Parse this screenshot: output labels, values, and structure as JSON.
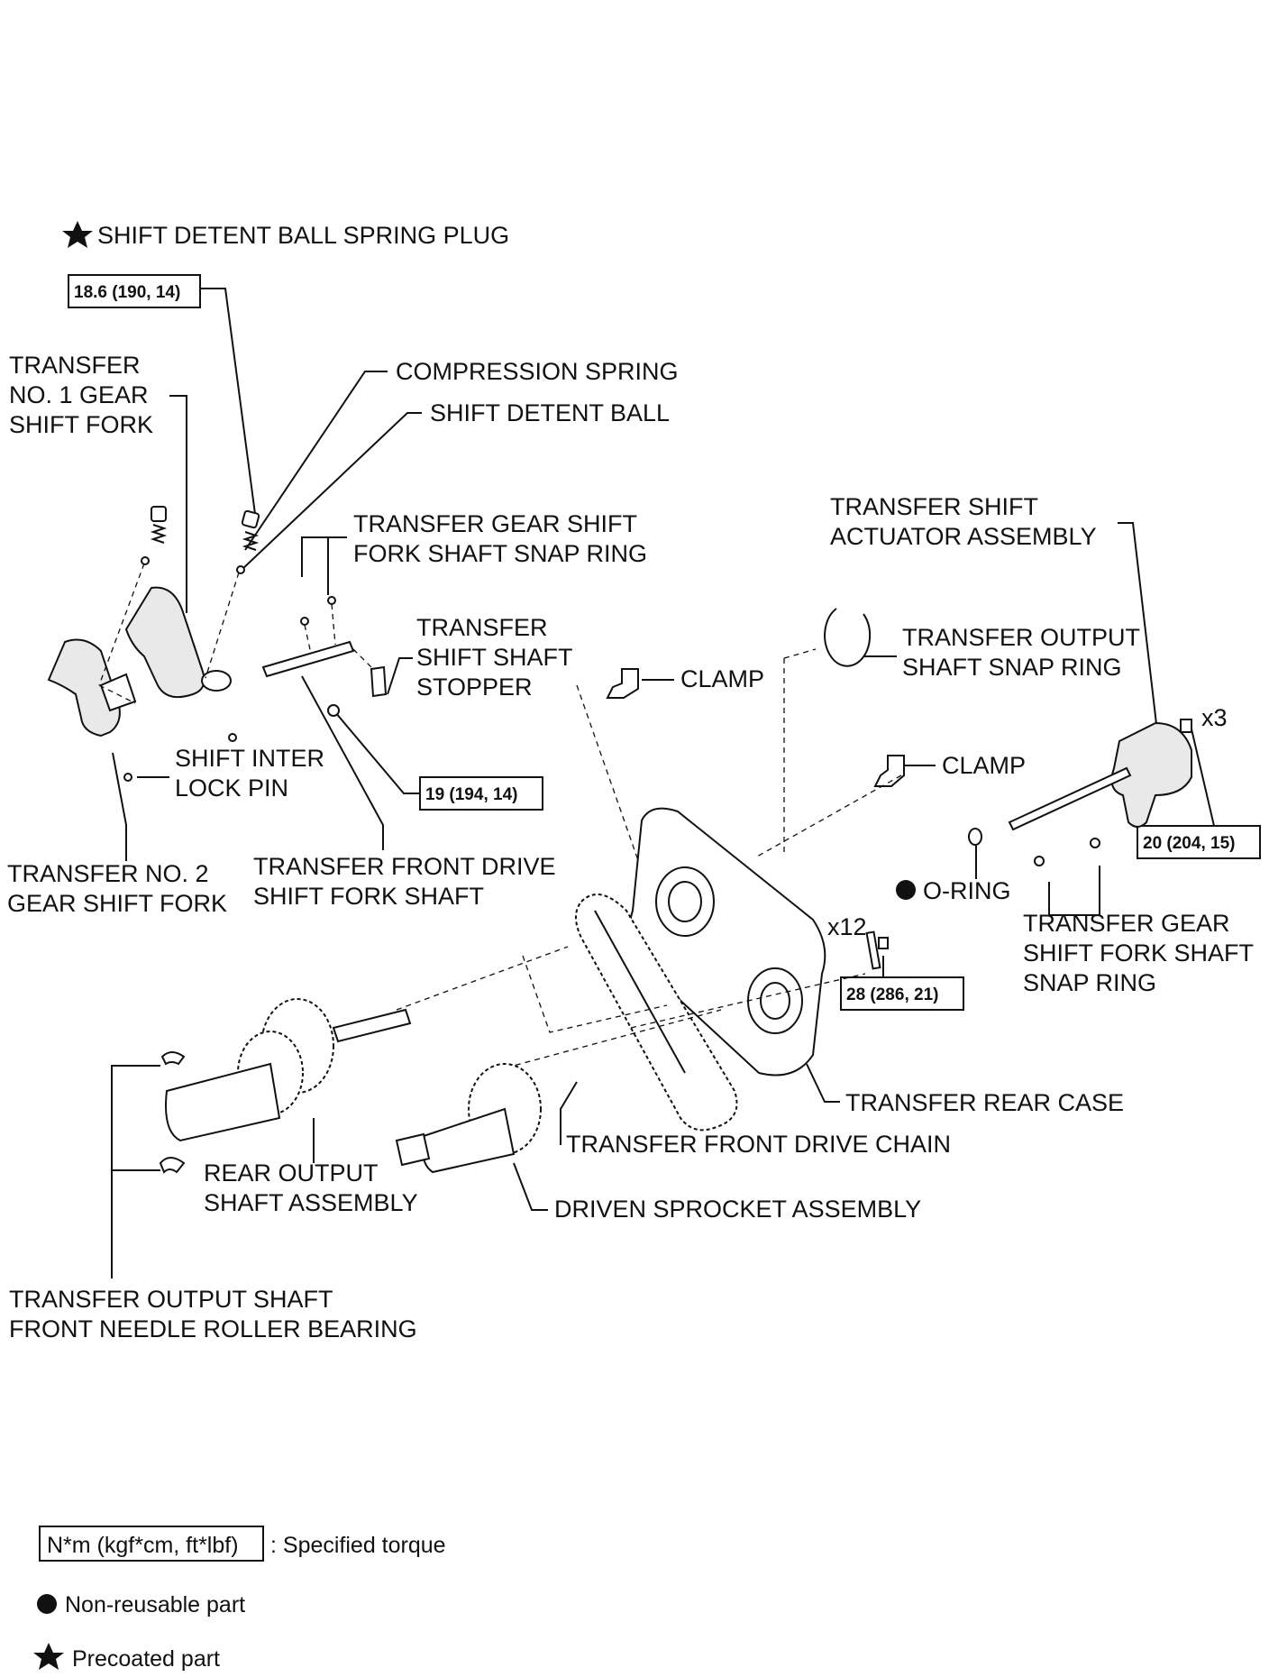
{
  "labels": {
    "spring_plug": "SHIFT DETENT BALL SPRING PLUG",
    "compression_spring": "COMPRESSION SPRING",
    "detent_ball": "SHIFT DETENT BALL",
    "fork1": [
      "TRANSFER",
      "NO. 1 GEAR",
      "SHIFT FORK"
    ],
    "snap_ring_top": [
      "TRANSFER GEAR SHIFT",
      "FORK SHAFT SNAP RING"
    ],
    "shaft_stopper": [
      "TRANSFER",
      "SHIFT SHAFT",
      "STOPPER"
    ],
    "actuator": [
      "TRANSFER SHIFT",
      "ACTUATOR ASSEMBLY"
    ],
    "output_snap_ring": [
      "TRANSFER OUTPUT",
      "SHAFT SNAP RING"
    ],
    "clamp1": "CLAMP",
    "clamp2": "CLAMP",
    "x3": "x3",
    "interlock_pin": [
      "SHIFT INTER",
      "LOCK PIN"
    ],
    "front_drive_shaft": [
      "TRANSFER FRONT DRIVE",
      "SHIFT FORK SHAFT"
    ],
    "fork2": [
      "TRANSFER NO. 2",
      "GEAR SHIFT FORK"
    ],
    "o_ring": "O-RING",
    "snap_ring_right": [
      "TRANSFER GEAR",
      "SHIFT FORK SHAFT",
      "SNAP RING"
    ],
    "x12": "x12",
    "rear_case": "TRANSFER REAR CASE",
    "drive_chain": "TRANSFER FRONT DRIVE CHAIN",
    "rear_output": [
      "REAR OUTPUT",
      "SHAFT ASSEMBLY"
    ],
    "driven_sprocket": "DRIVEN SPROCKET ASSEMBLY",
    "needle_bearing": [
      "TRANSFER OUTPUT SHAFT",
      "FRONT NEEDLE ROLLER BEARING"
    ]
  },
  "torques": {
    "plug": "18.6 (190, 14)",
    "stopper_bolt": "19 (194, 14)",
    "actuator_bolt": "20 (204, 15)",
    "case_bolt": "28 (286, 21)"
  },
  "legend": {
    "torque_box": "N*m (kgf*cm, ft*lbf)",
    "torque_text": ": Specified torque",
    "nonreusable": "Non-reusable part",
    "precoated": "Precoated part"
  },
  "icons": {
    "precoated": "star-icon",
    "nonreusable": "filled-circle-icon"
  }
}
